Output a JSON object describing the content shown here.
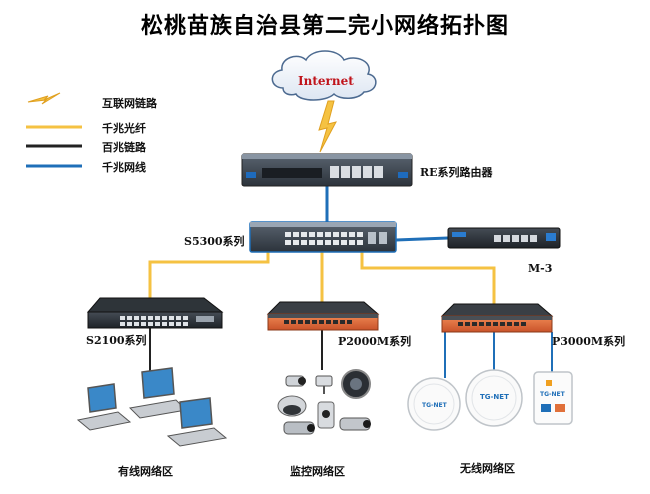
{
  "title": "松桃苗族自治县第二完小网络拓扑图",
  "legend": [
    {
      "label": "互联网链路",
      "icon": "lightning-icon"
    },
    {
      "label": "千兆光纤",
      "color": "#f5c242"
    },
    {
      "label": "百兆链路",
      "color": "#222222"
    },
    {
      "label": "千兆网线",
      "color": "#1f6fb8"
    }
  ],
  "cloud_label": "Internet",
  "devices": {
    "router": "RE系列路由器",
    "core_switch": "S5300系列",
    "m3": "M-3",
    "s2100": "S2100系列",
    "p2000m": "P2000M系列",
    "p3000m": "P3000M系列"
  },
  "zones": {
    "wired": "有线网络区",
    "monitoring": "监控网络区",
    "wireless": "无线网络区"
  },
  "ap_labels": [
    "TG-NET",
    "TG-NET",
    "TG-NET"
  ],
  "colors": {
    "fiber": "#f5c242",
    "hundred": "#222222",
    "gigabit": "#1f6fb8",
    "cloud_text": "#c0141b"
  }
}
